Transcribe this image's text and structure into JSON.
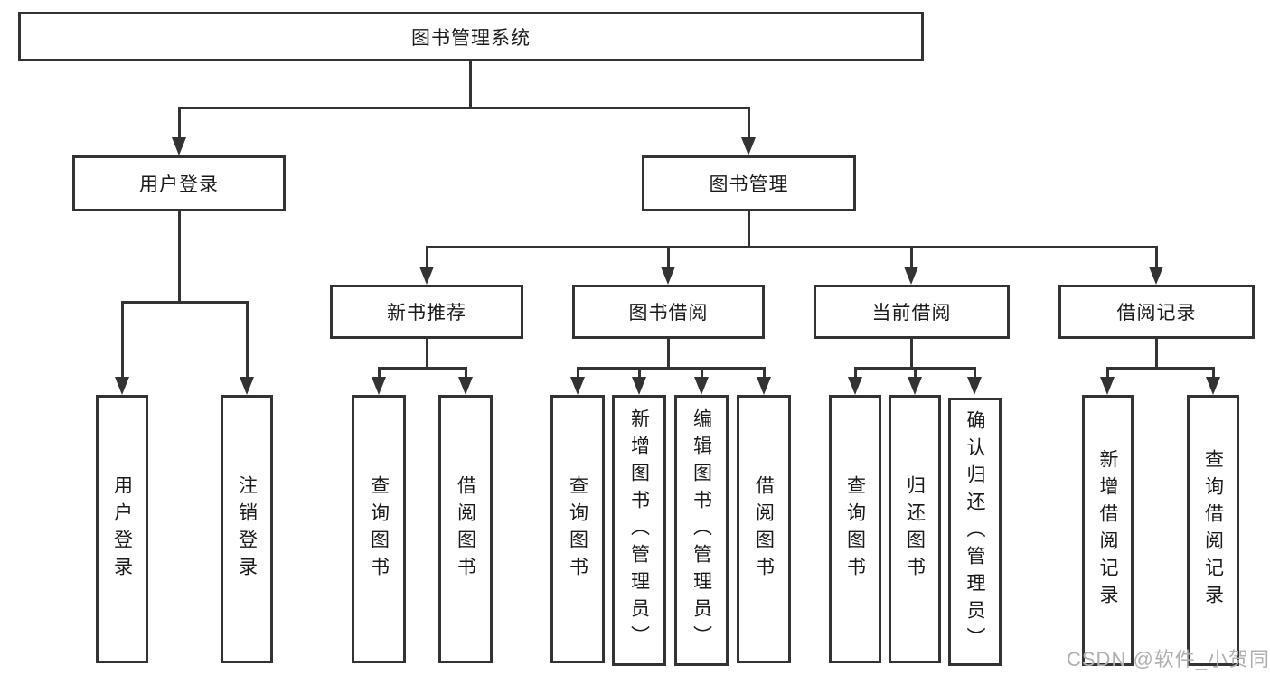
{
  "diagram": {
    "title": "图书管理系统",
    "branches": [
      {
        "label": "用户登录",
        "children": [
          "用户登录",
          "注销登录"
        ]
      },
      {
        "label": "图书管理",
        "children": [
          {
            "label": "新书推荐",
            "children": [
              "查询图书",
              "借阅图书"
            ]
          },
          {
            "label": "图书借阅",
            "children": [
              "查询图书",
              "新增图书（管理员）",
              "编辑图书（管理员）",
              "借阅图书"
            ]
          },
          {
            "label": "当前借阅",
            "children": [
              "查询图书",
              "归还图书",
              "确认归还（管理员）"
            ]
          },
          {
            "label": "借阅记录",
            "children": [
              "新增借阅记录",
              "查询借阅记录"
            ]
          }
        ]
      }
    ],
    "colors": {
      "line": "#333333",
      "box_border": "#333333",
      "box_fill": "#ffffff",
      "text": "#1a1a1a",
      "watermark": "#b0b0b0",
      "background": "#ffffff"
    }
  },
  "watermark": {
    "text": "CSDN @软件_小贺同学"
  }
}
